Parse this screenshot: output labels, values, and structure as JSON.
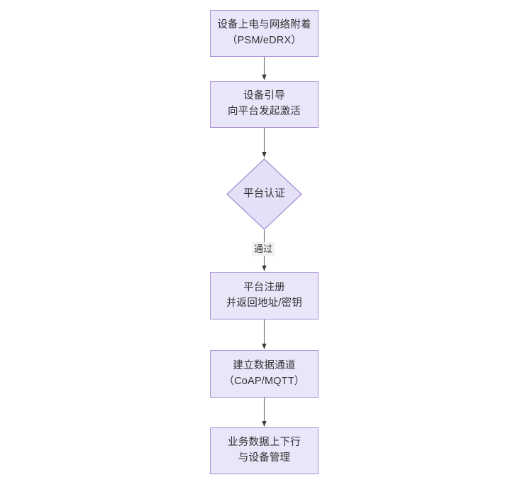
{
  "diagram": {
    "type": "flowchart",
    "orientation": "top-to-bottom",
    "background_color": "#ffffff",
    "node_fill_color": "#e9e6fa",
    "node_border_color": "#a98fd6",
    "text_color": "#333333",
    "edge_color": "#666666",
    "nodes": [
      {
        "id": "n1",
        "shape": "rectangle",
        "line1": "设备上电与网络附着",
        "line2": "（PSM/eDRX）",
        "text": "设备上电与网络附着\n（PSM/eDRX）"
      },
      {
        "id": "n2",
        "shape": "rectangle",
        "line1": "设备引导",
        "line2": "向平台发起激活",
        "text": "设备引导\n向平台发起激活"
      },
      {
        "id": "n3",
        "shape": "diamond",
        "line1": "平台认证",
        "line2": "",
        "text": "平台认证"
      },
      {
        "id": "n4",
        "shape": "rectangle",
        "line1": "平台注册",
        "line2": "并返回地址/密钥",
        "text": "平台注册\n并返回地址/密钥"
      },
      {
        "id": "n5",
        "shape": "rectangle",
        "line1": "建立数据通道",
        "line2": "（CoAP/MQTT）",
        "text": "建立数据通道\n（CoAP/MQTT）"
      },
      {
        "id": "n6",
        "shape": "rectangle",
        "line1": "业务数据上下行",
        "line2": "与设备管理",
        "text": "业务数据上下行\n与设备管理"
      }
    ],
    "edges": [
      {
        "from": "n1",
        "to": "n2",
        "label": ""
      },
      {
        "from": "n2",
        "to": "n3",
        "label": ""
      },
      {
        "from": "n3",
        "to": "n4",
        "label": "通过"
      },
      {
        "from": "n4",
        "to": "n5",
        "label": ""
      },
      {
        "from": "n5",
        "to": "n6",
        "label": ""
      }
    ]
  }
}
